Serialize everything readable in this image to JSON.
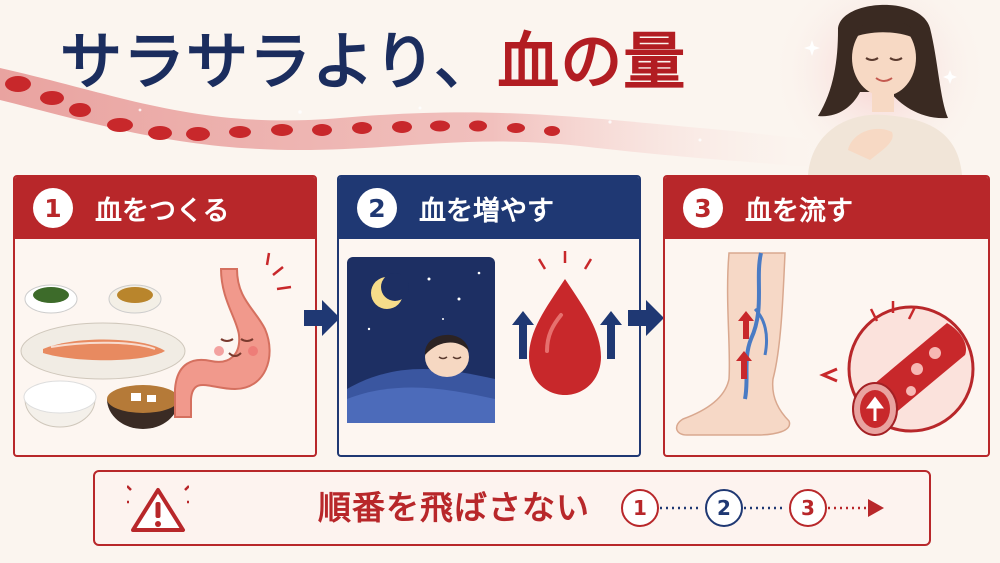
{
  "title": {
    "part1": "サラサラより、",
    "part2": "血の量"
  },
  "steps": [
    {
      "number": "1",
      "label": "血をつくる"
    },
    {
      "number": "2",
      "label": "血を増やす"
    },
    {
      "number": "3",
      "label": "血を流す"
    }
  ],
  "bottom": {
    "text": "順番を飛ばさない",
    "sequence": [
      "1",
      "2",
      "3"
    ]
  },
  "colors": {
    "red": "#b8272a",
    "navy": "#1f3873",
    "background": "#fbf5ef"
  },
  "icons": [
    "warning-icon",
    "moon-icon",
    "blood-drop-icon",
    "stomach-icon",
    "blood-vessel-icon"
  ]
}
